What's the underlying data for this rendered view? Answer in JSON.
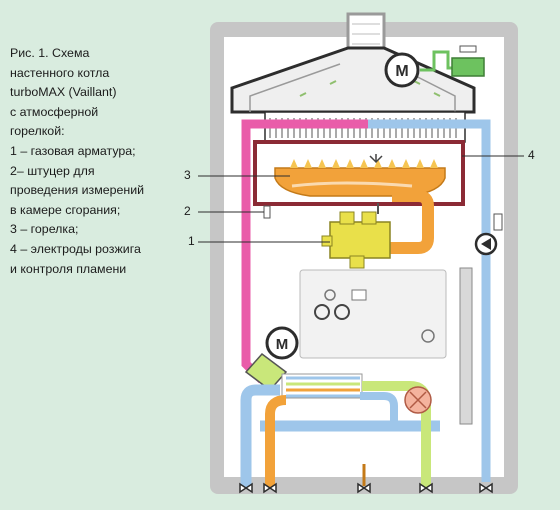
{
  "caption": [
    "Рис. 1. Схема",
    "настенного котла",
    "turboMAX (Vaillant)",
    "с атмосферной",
    "горелкой:",
    "1 – газовая арматура;",
    "2– штуцер для",
    "проведения измерений",
    "в камере сгорания;",
    "3 – горелка;",
    "4 – электроды розжига",
    "и контроля пламени"
  ],
  "callouts": {
    "one": "1",
    "two": "2",
    "three": "3",
    "four": "4"
  },
  "motor_symbol": "M",
  "colors": {
    "background": "#d9ecdf",
    "hot_pipe": "#e95ca9",
    "cold_pipe": "#9ec6ea",
    "gas_pipe": "#f2a23a",
    "gas_valve": "#e9e04a",
    "green_pipe": "#c9e77a",
    "casing": "#c6c6c6"
  }
}
